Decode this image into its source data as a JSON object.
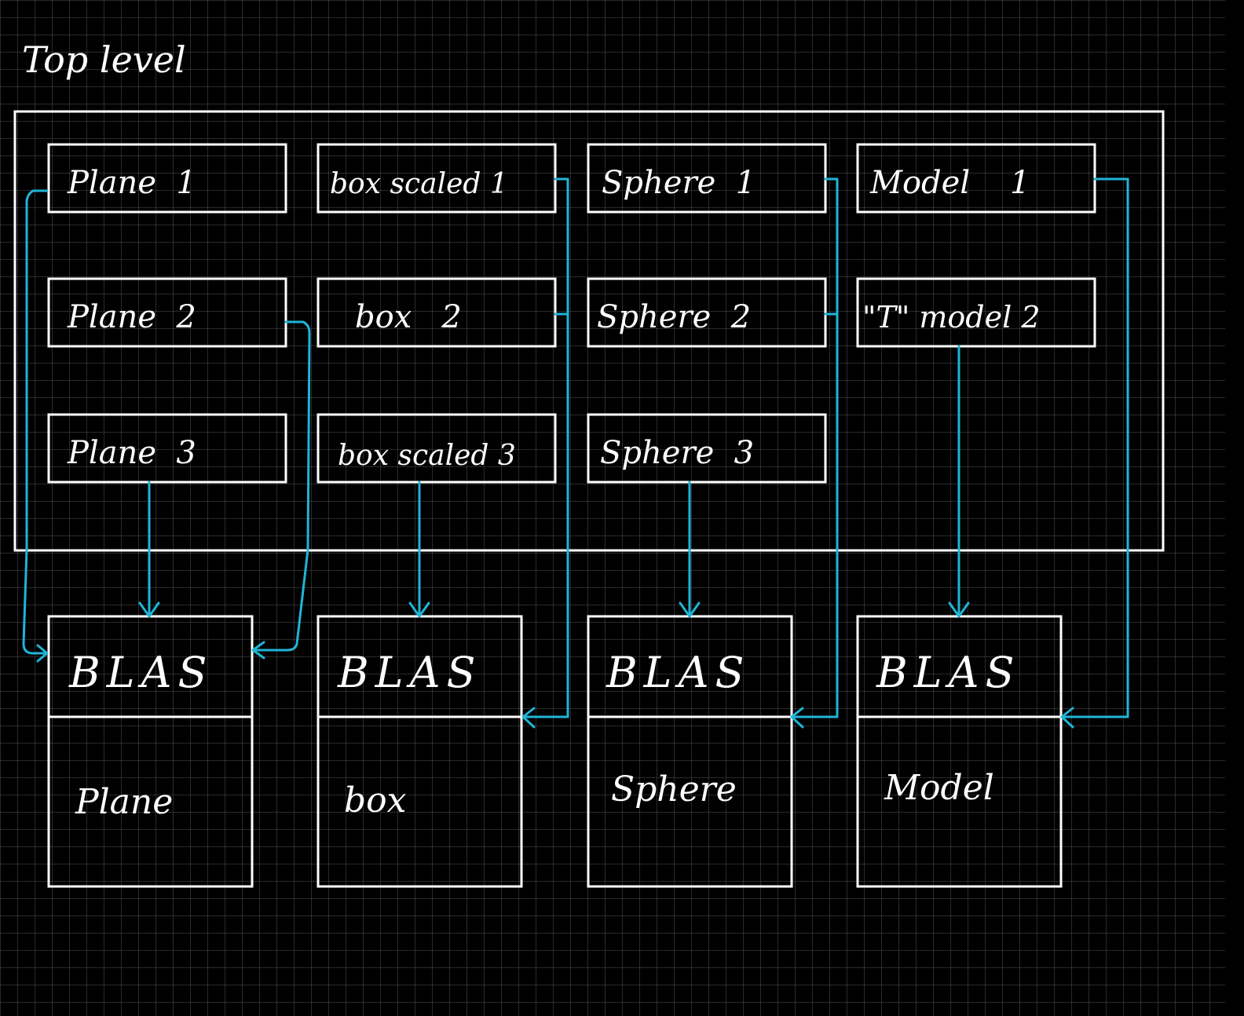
{
  "title": "Top level",
  "colors": {
    "background": "#000000",
    "grid": "#555555",
    "ink": "#ffffff",
    "arrow": "#1fb5d6"
  },
  "instances": [
    {
      "id": "plane-1",
      "label": "Plane  1"
    },
    {
      "id": "plane-2",
      "label": "Plane  2"
    },
    {
      "id": "plane-3",
      "label": "Plane  3"
    },
    {
      "id": "box-scaled-1",
      "label": "box scaled 1"
    },
    {
      "id": "box-2",
      "label": "box   2"
    },
    {
      "id": "box-scaled-3",
      "label": "box scaled 3"
    },
    {
      "id": "sphere-1",
      "label": "Sphere  1"
    },
    {
      "id": "sphere-2",
      "label": "Sphere  2"
    },
    {
      "id": "sphere-3",
      "label": "Sphere  3"
    },
    {
      "id": "model-1",
      "label": "Model    1"
    },
    {
      "id": "t-model-2",
      "label": "\"T\" model 2"
    }
  ],
  "blas": [
    {
      "id": "blas-plane",
      "header": "BLAS",
      "name": "Plane"
    },
    {
      "id": "blas-box",
      "header": "BLAS",
      "name": "box"
    },
    {
      "id": "blas-sphere",
      "header": "BLAS",
      "name": "Sphere"
    },
    {
      "id": "blas-model",
      "header": "BLAS",
      "name": "Model"
    }
  ],
  "edges": [
    {
      "from": "plane-1",
      "to": "blas-plane"
    },
    {
      "from": "plane-2",
      "to": "blas-plane"
    },
    {
      "from": "plane-3",
      "to": "blas-plane"
    },
    {
      "from": "box-scaled-1",
      "to": "blas-box"
    },
    {
      "from": "box-2",
      "to": "blas-box"
    },
    {
      "from": "box-scaled-3",
      "to": "blas-box"
    },
    {
      "from": "sphere-1",
      "to": "blas-sphere"
    },
    {
      "from": "sphere-2",
      "to": "blas-sphere"
    },
    {
      "from": "sphere-3",
      "to": "blas-sphere"
    },
    {
      "from": "model-1",
      "to": "blas-model"
    },
    {
      "from": "t-model-2",
      "to": "blas-model"
    }
  ]
}
